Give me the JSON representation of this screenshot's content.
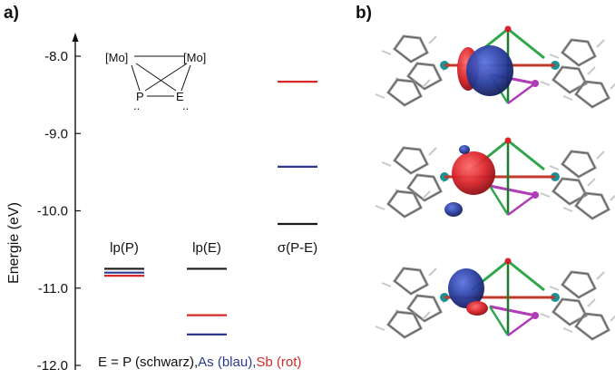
{
  "panel_labels": {
    "a": "a)",
    "b": "b)"
  },
  "chart_data": {
    "type": "energy-level-diagram",
    "ylabel": "Energie (eV)",
    "ylim": [
      -12.1,
      -7.5
    ],
    "yticks": [
      -8.0,
      -9.0,
      -10.0,
      -11.0,
      -12.0
    ],
    "ytick_labels": [
      "-8.0",
      "-9.0",
      "-10.0",
      "-11.0",
      "-12.0"
    ],
    "categories": [
      "lp(P)",
      "lp(E)",
      "σ(P-E)"
    ],
    "series": [
      {
        "name": "P (schwarz)",
        "color": "#1a1a1a",
        "values": [
          -10.75,
          -10.75,
          -10.17
        ]
      },
      {
        "name": "As (blau)",
        "color": "#2b3a8f",
        "values": [
          -10.8,
          -11.6,
          -9.43
        ]
      },
      {
        "name": "Sb (rot)",
        "color": "#d42a2a",
        "values": [
          -10.84,
          -11.35,
          -8.33
        ]
      }
    ],
    "legend": {
      "prefix": "E = P (schwarz),",
      "entries": [
        {
          "text": "As (blau),",
          "color": "#2b3a8f"
        },
        {
          "text": "Sb (rot)",
          "color": "#d42a2a"
        }
      ]
    }
  },
  "inset": {
    "mo_left": "[Mo]",
    "mo_right": "[Mo]",
    "atom_p": "P",
    "atom_e": "E",
    "lone_pair": ".."
  },
  "orbital_colors": {
    "positive": "#d8232a",
    "negative": "#2a3fa0"
  }
}
